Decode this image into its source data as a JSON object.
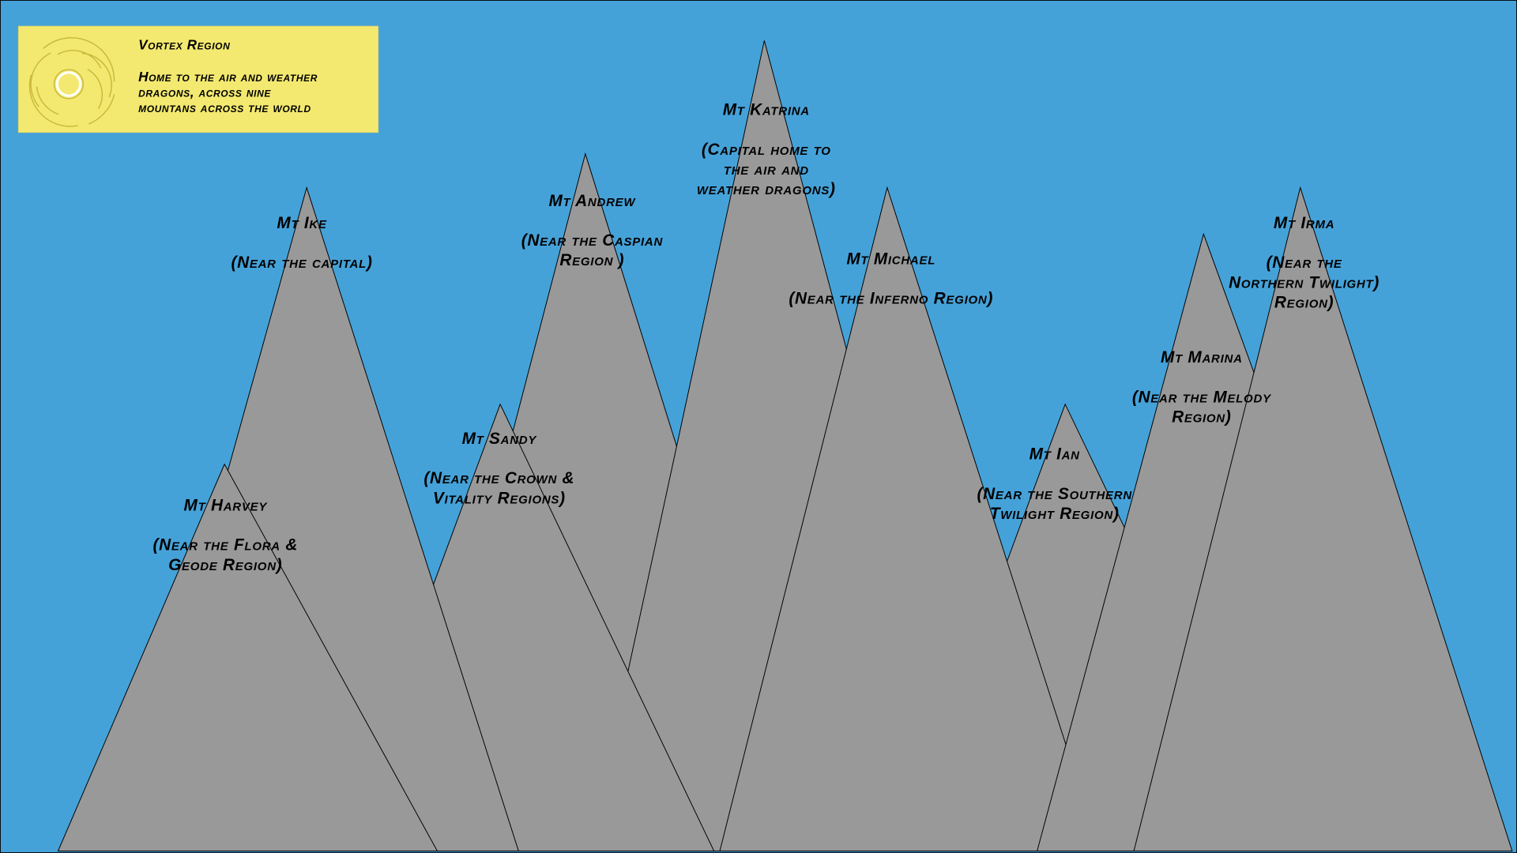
{
  "colors": {
    "sky": "#45a2d9",
    "mountain": "#999999",
    "legend": "#f3e970",
    "swirl": "#c9b93a"
  },
  "legend": {
    "icon": "vortex-swirl-icon",
    "title": "Vortex Region",
    "lines": [
      "Home to the air and weather",
      "dragons, across nine",
      "mountans across the world"
    ]
  },
  "mountains": [
    {
      "id": "andrew",
      "name": "Mt Andrew",
      "lines": [
        "(Near the Caspian",
        "Region )"
      ]
    },
    {
      "id": "katrina",
      "name": "Mt Katrina",
      "lines": [
        "(Capital home to",
        "the air and",
        "weather dragons)"
      ]
    },
    {
      "id": "ian",
      "name": "Mt Ian",
      "lines": [
        "(Near the Southern",
        "Twilight Region)"
      ]
    },
    {
      "id": "michael",
      "name": "Mt Michael",
      "lines": [
        "(Near the Inferno Region)"
      ]
    },
    {
      "id": "marina",
      "name": "Mt Marina",
      "lines": [
        "(Near the Melody",
        "Region)"
      ]
    },
    {
      "id": "irma",
      "name": "Mt Irma",
      "lines": [
        "(Near the",
        "Northern Twilight)",
        "Region)"
      ]
    },
    {
      "id": "sandy",
      "name": "Mt Sandy",
      "lines": [
        "(Near the Crown &",
        "Vitality Regions)"
      ]
    },
    {
      "id": "ike",
      "name": "Mt Ike",
      "lines": [
        "(Near the capital)"
      ]
    },
    {
      "id": "harvey",
      "name": "Mt Harvey",
      "lines": [
        "(Near the Flora &",
        "Geode Region)"
      ]
    }
  ]
}
